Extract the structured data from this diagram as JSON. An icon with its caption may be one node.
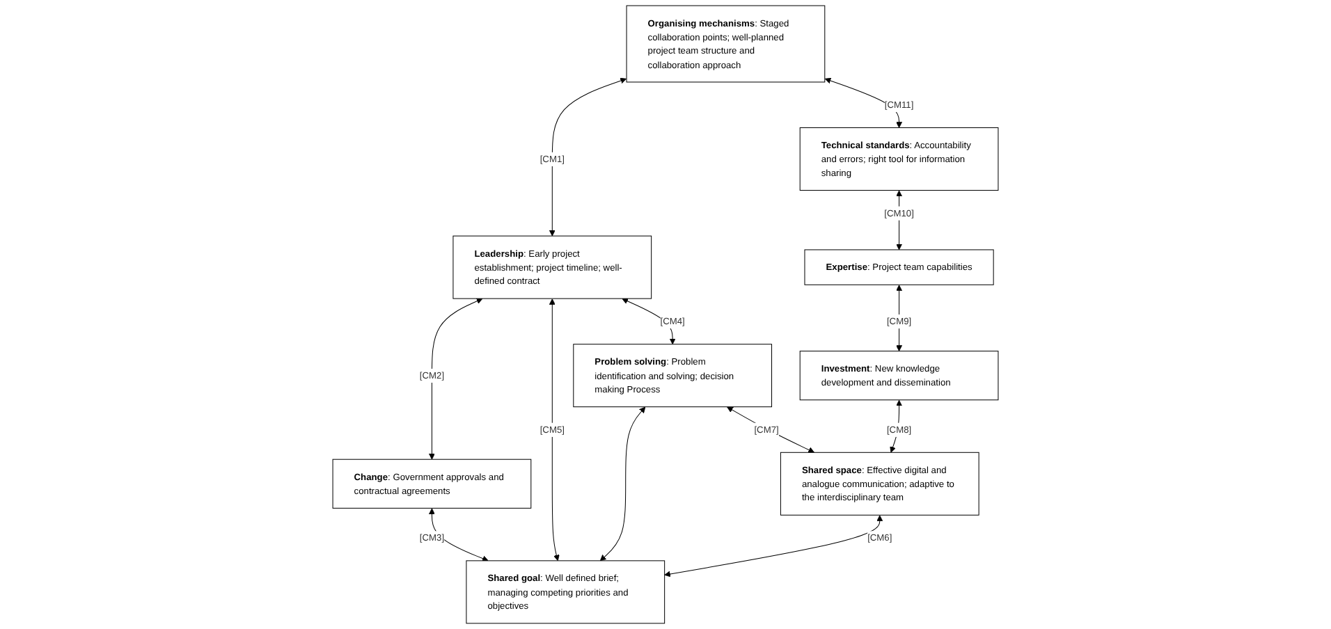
{
  "diagram": {
    "nodes": [
      {
        "text": [
          "**Organising mechanisms**: Staged collaboration points; well-planned project team structure and collaboration approach"
        ]
      },
      {
        "text": [
          "**Leadership**: Early project establishment; project timeline; well-defined contract"
        ]
      },
      {
        "text": [
          "**Change**: Government approvals and contractual agreements"
        ]
      },
      {
        "text": [
          "**Technical standards**: Accountability and errors; right tool for information sharing"
        ]
      },
      {
        "text": [
          "**Shared goal**: Well defined brief; managing competing priorities and objectives"
        ]
      },
      {
        "text": [
          "**Expertise**: Project team capabilities"
        ]
      },
      {
        "text": [
          "**Problem solving**: Problem identification and solving; decision making Process"
        ]
      },
      {
        "text": [
          "**Investment**: New knowledge development and dissemination"
        ]
      },
      {
        "text": [
          "**Shared space**: Effective digital and analogue communication; adaptive to the interdisciplinary team"
        ]
      }
    ],
    "edges": [
      {
        "from": 0,
        "to": 1,
        "arrow": "both",
        "label": "[CM1]"
      },
      {
        "from": 1,
        "to": 2,
        "arrow": "both",
        "label": "[CM2]"
      },
      {
        "from": 2,
        "to": 4,
        "arrow": "both",
        "label": "[CM3]"
      },
      {
        "from": 1,
        "to": 6,
        "arrow": "both",
        "label": "[CM4]"
      },
      {
        "from": 1,
        "to": 4,
        "arrow": "both",
        "label": "[CM5]"
      },
      {
        "from": 6,
        "to": 4,
        "arrow": "both"
      },
      {
        "from": 8,
        "to": 4,
        "arrow": "both",
        "label": "[CM6]"
      },
      {
        "from": 6,
        "to": 8,
        "arrow": "both",
        "label": "[CM7]"
      },
      {
        "from": 7,
        "to": 8,
        "arrow": "both",
        "label": "[CM8]"
      },
      {
        "from": 5,
        "to": 7,
        "arrow": "both",
        "label": "[CM9]"
      },
      {
        "from": 3,
        "to": 5,
        "arrow": "both",
        "label": "[CM10]"
      },
      {
        "from": 0,
        "to": 3,
        "arrow": "both",
        "label": "[CM11]"
      }
    ]
  }
}
